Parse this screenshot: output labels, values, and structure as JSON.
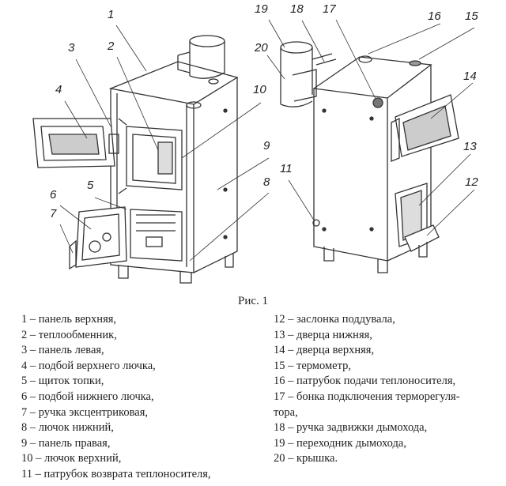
{
  "figure": {
    "caption": "Рис. 1",
    "callouts": [
      "1",
      "2",
      "3",
      "4",
      "5",
      "6",
      "7",
      "8",
      "9",
      "10",
      "11",
      "12",
      "13",
      "14",
      "15",
      "16",
      "17",
      "18",
      "19",
      "20"
    ]
  },
  "legend": {
    "left": [
      "1 – панель верхняя,",
      "2 – теплообменник,",
      "3 – панель левая,",
      "4 – подбой верхнего лючка,",
      "5 – щиток топки,",
      "6 – подбой нижнего лючка,",
      "7 – ручка эксцентриковая,",
      "8 – лючок нижний,",
      "9 – панель правая,",
      "10 – лючок верхний,",
      "11 – патрубок возврата теплоносителя,"
    ],
    "right": [
      "12 – заслонка поддувала,",
      "13 – дверца нижняя,",
      "14 – дверца верхняя,",
      "15 – термометр,",
      "16 – патрубок подачи теплоносителя,",
      "17 –  бонка подключения терморегуля-",
      "тора,",
      "18 – ручка задвижки дымохода,",
      "19 – переходник дымохода,",
      "20 – крышка."
    ]
  }
}
